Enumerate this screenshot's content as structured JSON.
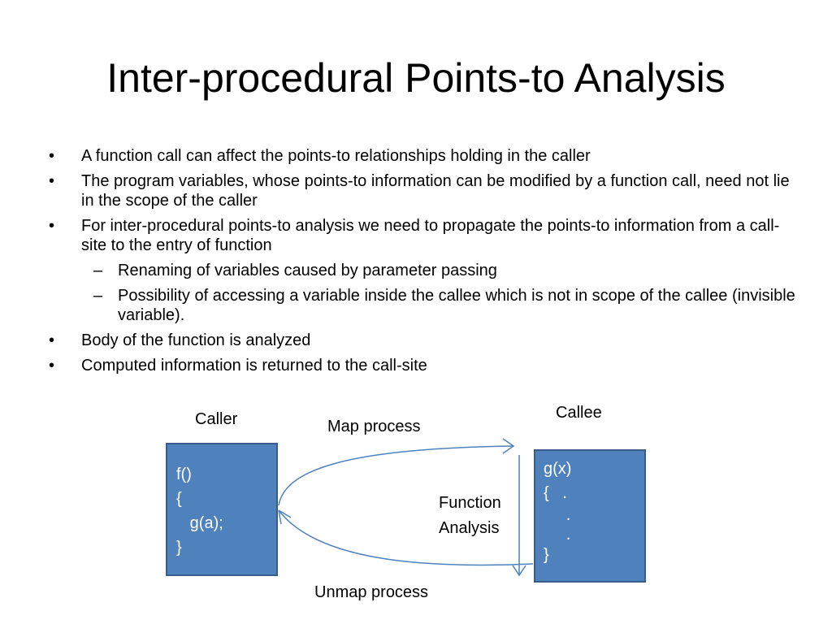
{
  "title": "Inter-procedural Points-to Analysis",
  "bullet_symbol": "•",
  "sub_symbol": "–",
  "bullets": [
    "A function call can affect the points-to relationships holding in the caller",
    "The program variables, whose points-to information can be modified by a function call, need not lie in the scope of the caller",
    "For inter-procedural points-to analysis we need to propagate the points-to information from a call-site to the entry of function",
    "Body of the function is analyzed",
    "Computed information is returned to the call-site"
  ],
  "sub_bullets": [
    "Renaming of variables caused by parameter passing",
    "Possibility of accessing a variable inside the callee which is not in scope of the callee (invisible variable)."
  ],
  "diagram": {
    "caller_label": "Caller",
    "callee_label": "Callee",
    "map_label": "Map process",
    "unmap_label": "Unmap process",
    "function_analysis_label": [
      "Function",
      "Analysis"
    ],
    "caller_code": [
      "f()",
      "{",
      "   g(a);",
      "}"
    ],
    "callee_code": [
      "g(x)",
      "{   .",
      "     .",
      "     .",
      "}"
    ],
    "box_color": "#4f81bd",
    "arrow_color": "#4f81bd"
  }
}
